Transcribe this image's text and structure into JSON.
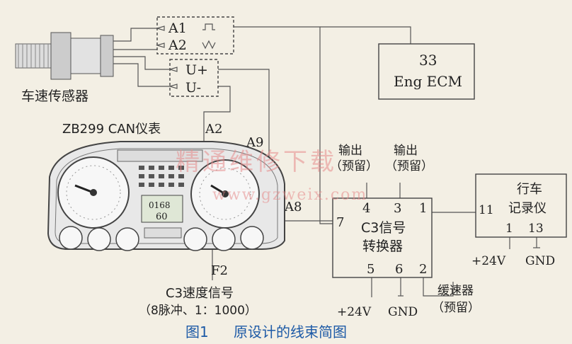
{
  "sensor": {
    "label": "车速传感器"
  },
  "signal_box_a": {
    "pin1": "A1",
    "pin2": "A2"
  },
  "signal_box_u": {
    "pin1": "U+",
    "pin2": "U-"
  },
  "ecm": {
    "line1": "33",
    "line2": "Eng ECM"
  },
  "cluster": {
    "title": "ZB299 CAN仪表",
    "pin_a2": "A2",
    "pin_a9": "A9",
    "pin_a8": "A8",
    "pin_f2": "F2",
    "odometer": "0168",
    "trip": "60"
  },
  "converter": {
    "line1": "C3信号",
    "line2": "转换器",
    "pin4": "4",
    "pin3": "3",
    "pin1": "1",
    "pin7": "7",
    "pin5": "5",
    "pin6": "6",
    "pin2": "2"
  },
  "outputs": {
    "out1_line1": "输出",
    "out1_line2": "（预留）",
    "out2_line1": "输出",
    "out2_line2": "（预留）"
  },
  "recorder": {
    "line1": "行车",
    "line2": "记录仪",
    "pin11": "11",
    "pin1": "1",
    "pin13": "13"
  },
  "power": {
    "v24_left": "+24V",
    "gnd_left": "GND",
    "v24_right": "+24V",
    "gnd_right": "GND"
  },
  "retarder": {
    "line1": "缓速器",
    "line2": "（预留）"
  },
  "speed_signal": {
    "line1": "C3速度信号",
    "line2": "（8脉冲、1：1000）"
  },
  "watermark": {
    "line1": "精通维修下载",
    "line2": "www.gzweix.com"
  },
  "caption": {
    "fig": "图1",
    "text": "原设计的线束简图"
  },
  "colors": {
    "caption": "#1d5aa6",
    "watermark": "#e58a8a",
    "line": "#555555"
  }
}
